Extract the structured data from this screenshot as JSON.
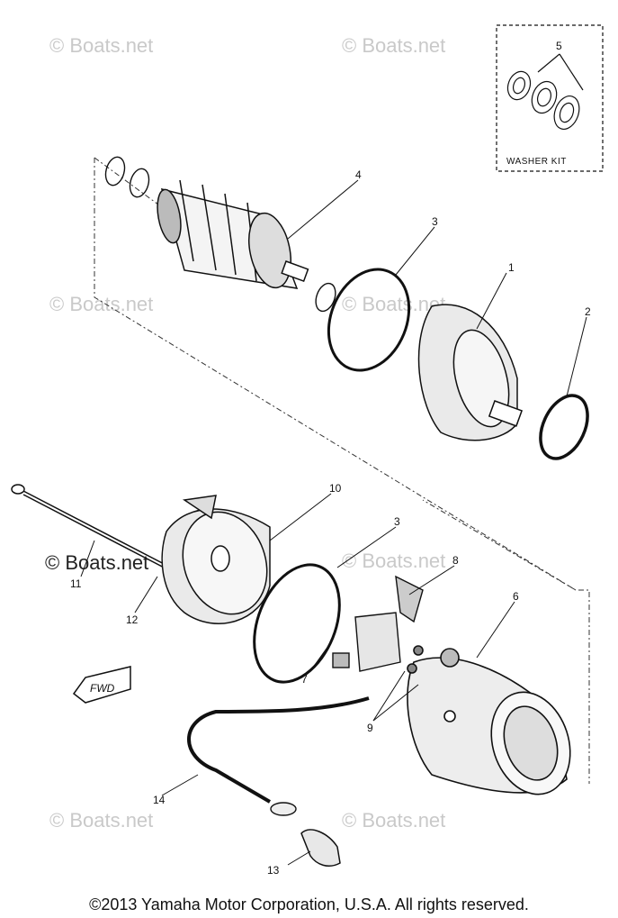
{
  "watermarks": [
    "© Boats.net",
    "© Boats.net",
    "© Boats.net",
    "© Boats.net",
    "© Boats.net",
    "© Boats.net",
    "© Boats.net",
    "© Boats.net"
  ],
  "washer_kit_label": "WASHER KIT",
  "fwd_label": "FWD",
  "callouts": {
    "c1": "1",
    "c2": "2",
    "c3a": "3",
    "c3b": "3",
    "c4": "4",
    "c5": "5",
    "c6": "6",
    "c7": "7",
    "c8": "8",
    "c9": "9",
    "c10": "10",
    "c11": "11",
    "c12": "12",
    "c13": "13",
    "c14": "14"
  },
  "copyright": "©2013 Yamaha Motor Corporation, U.S.A. All rights reserved."
}
